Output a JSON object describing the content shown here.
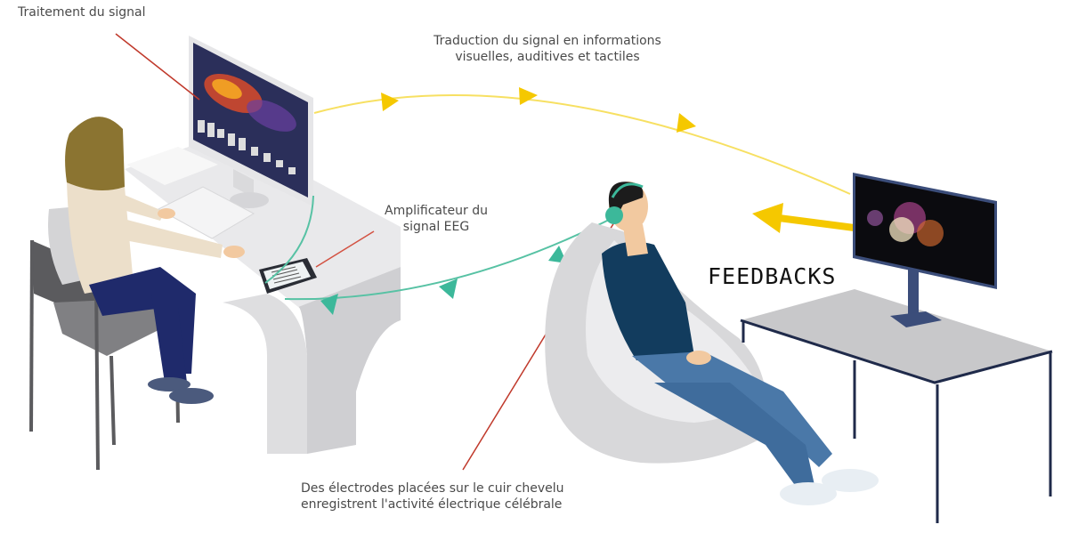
{
  "diagram": {
    "type": "illustrated-process-diagram",
    "subject": "EEG neurofeedback setup",
    "labels": {
      "signal_processing": "Traitement du signal",
      "translation_line1": "Traduction du signal en informations",
      "translation_line2": "visuelles, auditives et tactiles",
      "amplifier_line1": "Amplificateur du",
      "amplifier_line2": "signal EEG",
      "electrodes_line1": "Des électrodes placées sur le cuir chevelu",
      "electrodes_line2": "enregistrent l'activité électrique célébrale",
      "feedbacks": "FEEDBACKS"
    },
    "nodes": [
      {
        "id": "operator",
        "label": "Operator at computer workstation"
      },
      {
        "id": "computer",
        "label": "Traitement du signal"
      },
      {
        "id": "amplifier",
        "label": "Amplificateur du signal EEG"
      },
      {
        "id": "subject",
        "label": "Person with EEG headset in bean bag"
      },
      {
        "id": "feedback-screen",
        "label": "FEEDBACKS"
      }
    ],
    "edges": [
      {
        "from": "subject",
        "to": "amplifier",
        "color": "#3cb89a",
        "style": "curved-arrows"
      },
      {
        "from": "amplifier",
        "to": "computer",
        "color": "#3cb89a",
        "style": "curved-line"
      },
      {
        "from": "computer",
        "to": "feedback-screen",
        "color": "#f5c800",
        "style": "curved-arrows",
        "label": "Traduction du signal en informations visuelles, auditives et tactiles"
      },
      {
        "from": "feedback-screen",
        "to": "subject",
        "color": "#f5c800",
        "style": "thick-arrow"
      }
    ],
    "colors": {
      "teal_flow": "#3cb89a",
      "yellow_flow": "#f5c800",
      "pointer_red": "#c0392b",
      "navy": "#1f2a4a",
      "shirt_blue": "#123c5e",
      "jeans_blue": "#4a78a8",
      "desk_grey": "#e4e4e6"
    }
  }
}
